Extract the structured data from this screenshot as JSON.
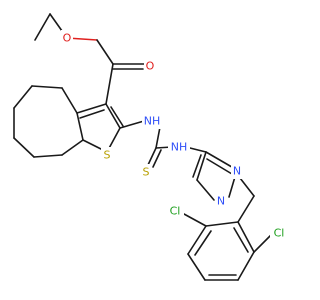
{
  "molecule": {
    "colors": {
      "carbon": "#1a1a1a",
      "oxygen": "#e0201e",
      "nitrogen": "#3050f8",
      "sulfur": "#b8a000",
      "chlorine": "#1fa01f"
    },
    "labels": {
      "ester_o": "O",
      "carbonyl_o": "O",
      "thiophene_s": "S",
      "nh_left": "NH",
      "nh_right": "NH",
      "thione_s": "S",
      "pyrazole_n1": "N",
      "pyrazole_n2": "N",
      "cl_left": "Cl",
      "cl_right": "Cl"
    }
  }
}
